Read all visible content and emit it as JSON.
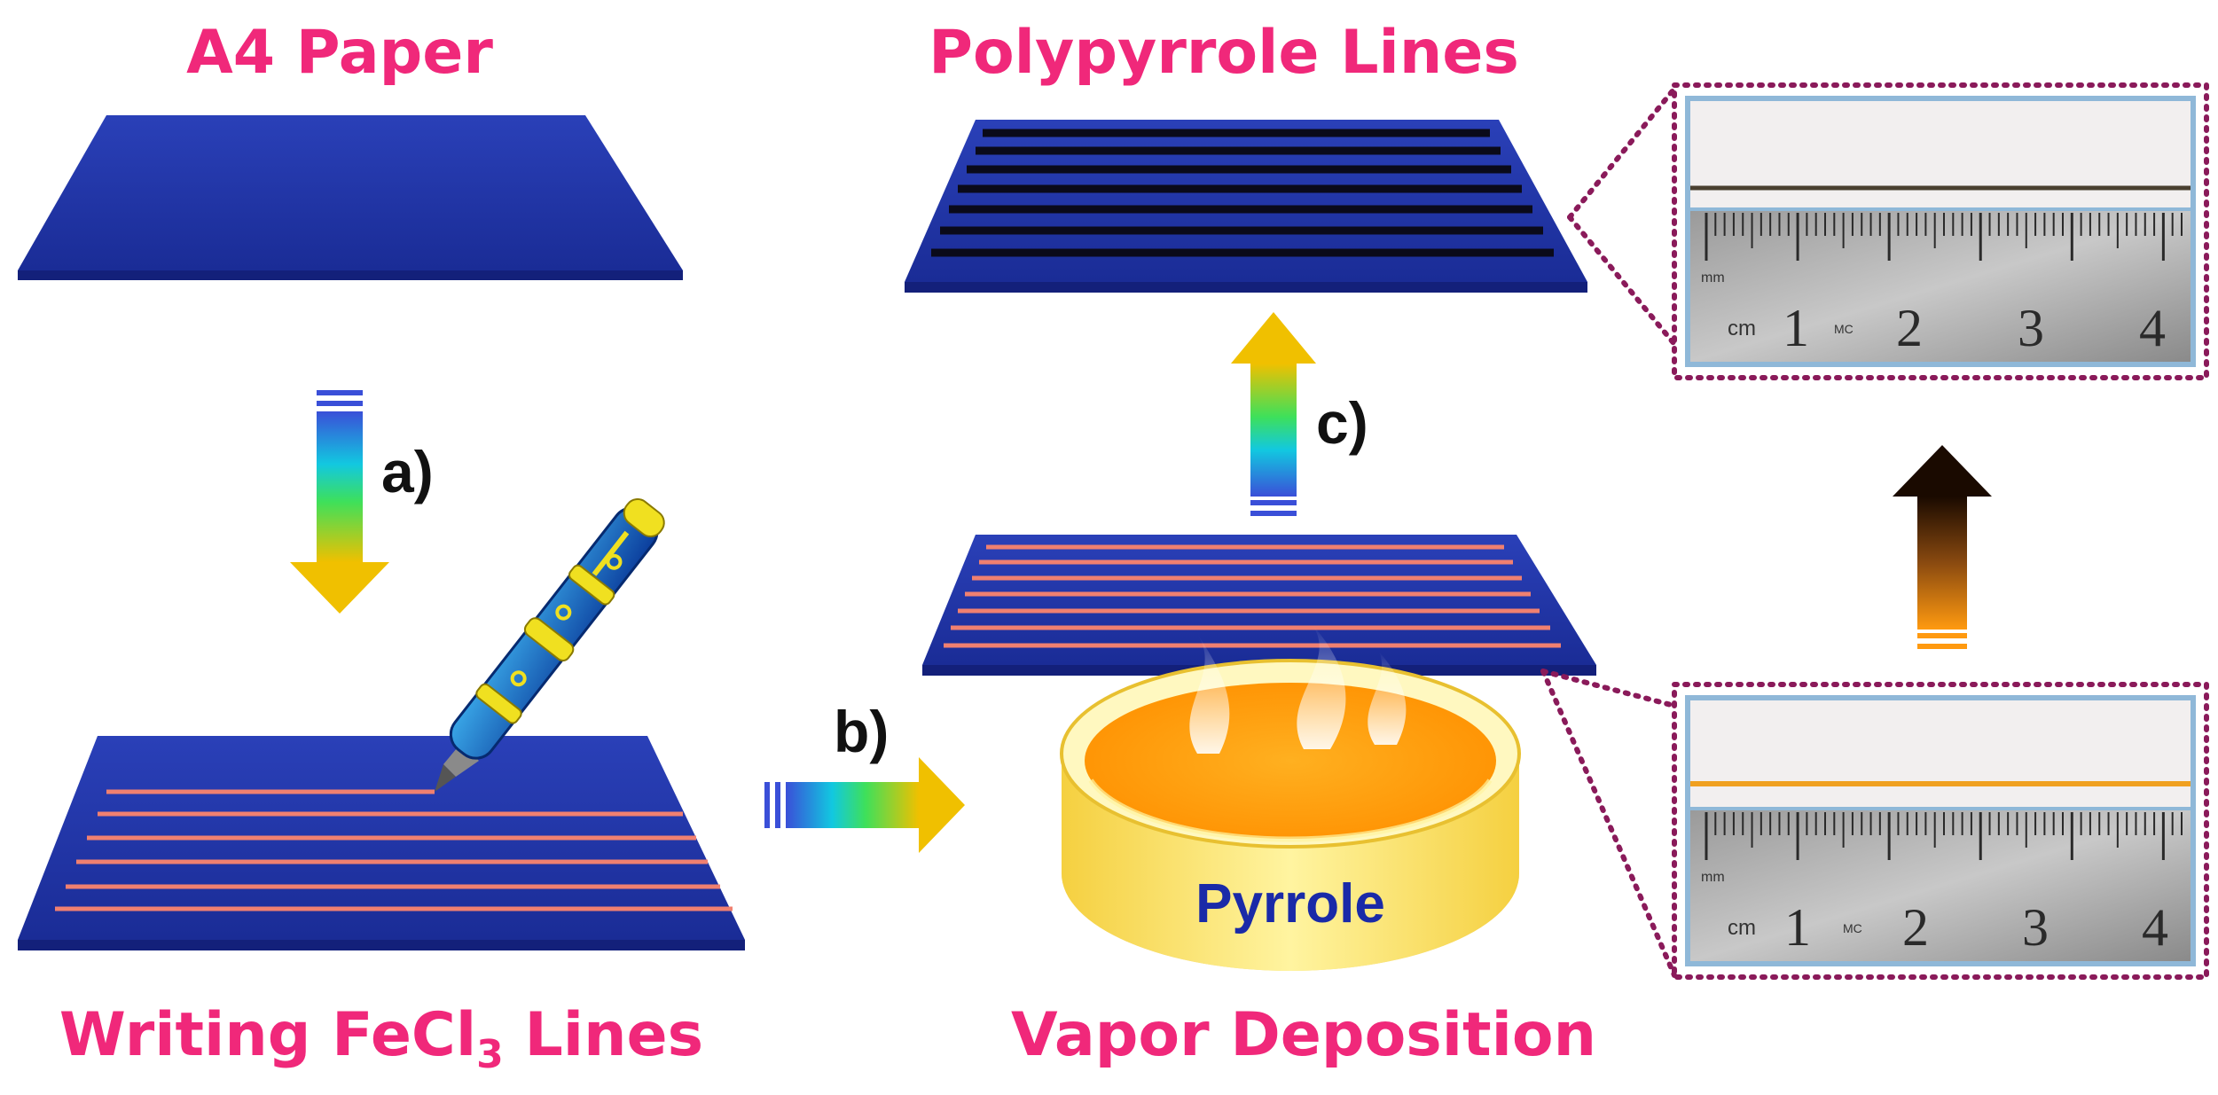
{
  "titles": {
    "a4_paper": "A4 Paper",
    "polypyrrole_lines": "Polypyrrole Lines",
    "writing_prefix": "Writing FeCl",
    "writing_subscript": "3",
    "writing_suffix": " Lines",
    "vapor_deposition": "Vapor Deposition"
  },
  "steps": {
    "a": "a)",
    "b": "b)",
    "c": "c)"
  },
  "dish_label": "Pyrrole",
  "ruler": {
    "unit_cm": "cm",
    "unit_mm": "mm",
    "logo": "MC",
    "numbers": [
      "1",
      "2",
      "3",
      "4"
    ]
  },
  "colors": {
    "title_pink": "#f0287a",
    "paper_blue": "#1f35a8",
    "fecl3_line": "#f08070",
    "polypyrrole_line": "#0a0a1a",
    "pyrrole_liquid": "#ffa500",
    "dish_yellow": "#ffe066",
    "dotted_frame": "#8a1a5a"
  }
}
